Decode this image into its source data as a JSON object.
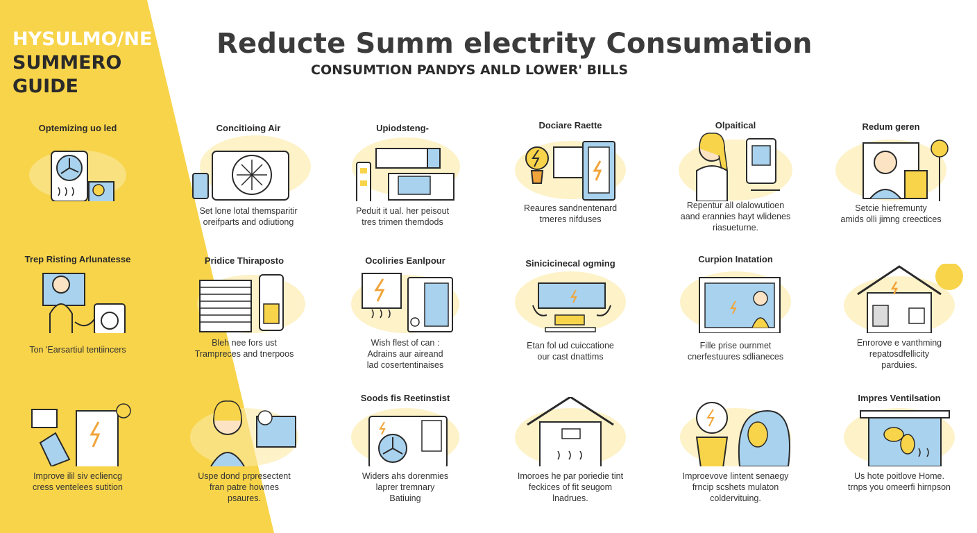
{
  "side_title": {
    "line1": "HYSULMO/NE",
    "line2": "SUMMERO",
    "line3": "GUIDE"
  },
  "main_title": "Reducte Summ  electrity Consumation",
  "sub_title": "CONSUMTION PANDYS ANLD LOWER' BILLS",
  "colors": {
    "accent_yellow": "#f8d44a",
    "light_yellow": "#fbe9a4",
    "blue": "#a9d2ee",
    "ink": "#2a2a2a"
  },
  "cards": [
    {
      "title": "Optemizing uo led",
      "desc": "",
      "icon": "fan-device-icon"
    },
    {
      "title": "Concitioing Air",
      "desc": "Set lone lotal themsparitir\noreifparts and odiutiong",
      "icon": "air-conditioner-icon"
    },
    {
      "title": "Upiodsteng-",
      "desc": "Peduit it ual. her peisout\ntres trimen themdods",
      "icon": "control-panel-icon"
    },
    {
      "title": "Dociare Raette",
      "desc": "Reaures sandnentenard\ntrneres nifduses",
      "icon": "lightbulb-fridge-icon"
    },
    {
      "title": "Olpaitical",
      "desc": "Repentur all olalowutioen\naand erannies hayt wlidenes\nriasueturne.",
      "icon": "person-thermostat-icon"
    },
    {
      "title": "Redum geren",
      "desc": "Setcie hiefremunty\namids olli jimng creectices",
      "icon": "window-person-icon"
    },
    {
      "title": "Trep Risting Arlunatesse",
      "desc": "Ton 'Earsartiul tentiincers",
      "icon": "person-washer-icon"
    },
    {
      "title": "Pridice Thiraposto",
      "desc": "Bleh nee fors ust\nTrampreces and tnerpoos",
      "icon": "blinds-phone-icon"
    },
    {
      "title": "Ocoliries Eanlpour",
      "desc": "Wish flest of can :\nAdrains aur aireand\nlad cosertentinaises",
      "icon": "heater-panel-icon"
    },
    {
      "title": "Sinicicinecal ogming",
      "desc": "Etan fol ud cuiccatione\nour cast dnattims",
      "icon": "window-sunlight-icon"
    },
    {
      "title": "Curpion Inatation",
      "desc": "Fille prise ournmet\ncnerfestuures sdlianeces",
      "icon": "window-insulation-icon"
    },
    {
      "title": "",
      "desc": "Enrorove e vanthming\nrepatosdfellicity\nparduies.",
      "icon": "house-energy-icon"
    },
    {
      "title": "",
      "desc": "Improve ilil siv ecliencg\ncress ventelees sutition",
      "icon": "solar-panel-icon"
    },
    {
      "title": "",
      "desc": "Uspe dond prpresectent\nfran patre hownes\npsaures.",
      "icon": "person-cooling-icon"
    },
    {
      "title": "Soods fis Reetinstist",
      "desc": "Widers ahs dorenmies\nlaprer tremnary\nBatiuing",
      "icon": "fan-appliance-icon"
    },
    {
      "title": "",
      "desc": "Imoroes he par poriedie tint\nfeckices of fit seugom\nlnadrues.",
      "icon": "house-heat-icon"
    },
    {
      "title": "",
      "desc": "Improevove lintent senaegy\nfrncip scshets mulaton\ncoldervituing.",
      "icon": "bulb-head-icon"
    },
    {
      "title": "Impres Ventilsation",
      "desc": "Us hote poitlove Home.\ntrnps you omeerfi hirnpson",
      "icon": "window-fan-icon"
    }
  ]
}
